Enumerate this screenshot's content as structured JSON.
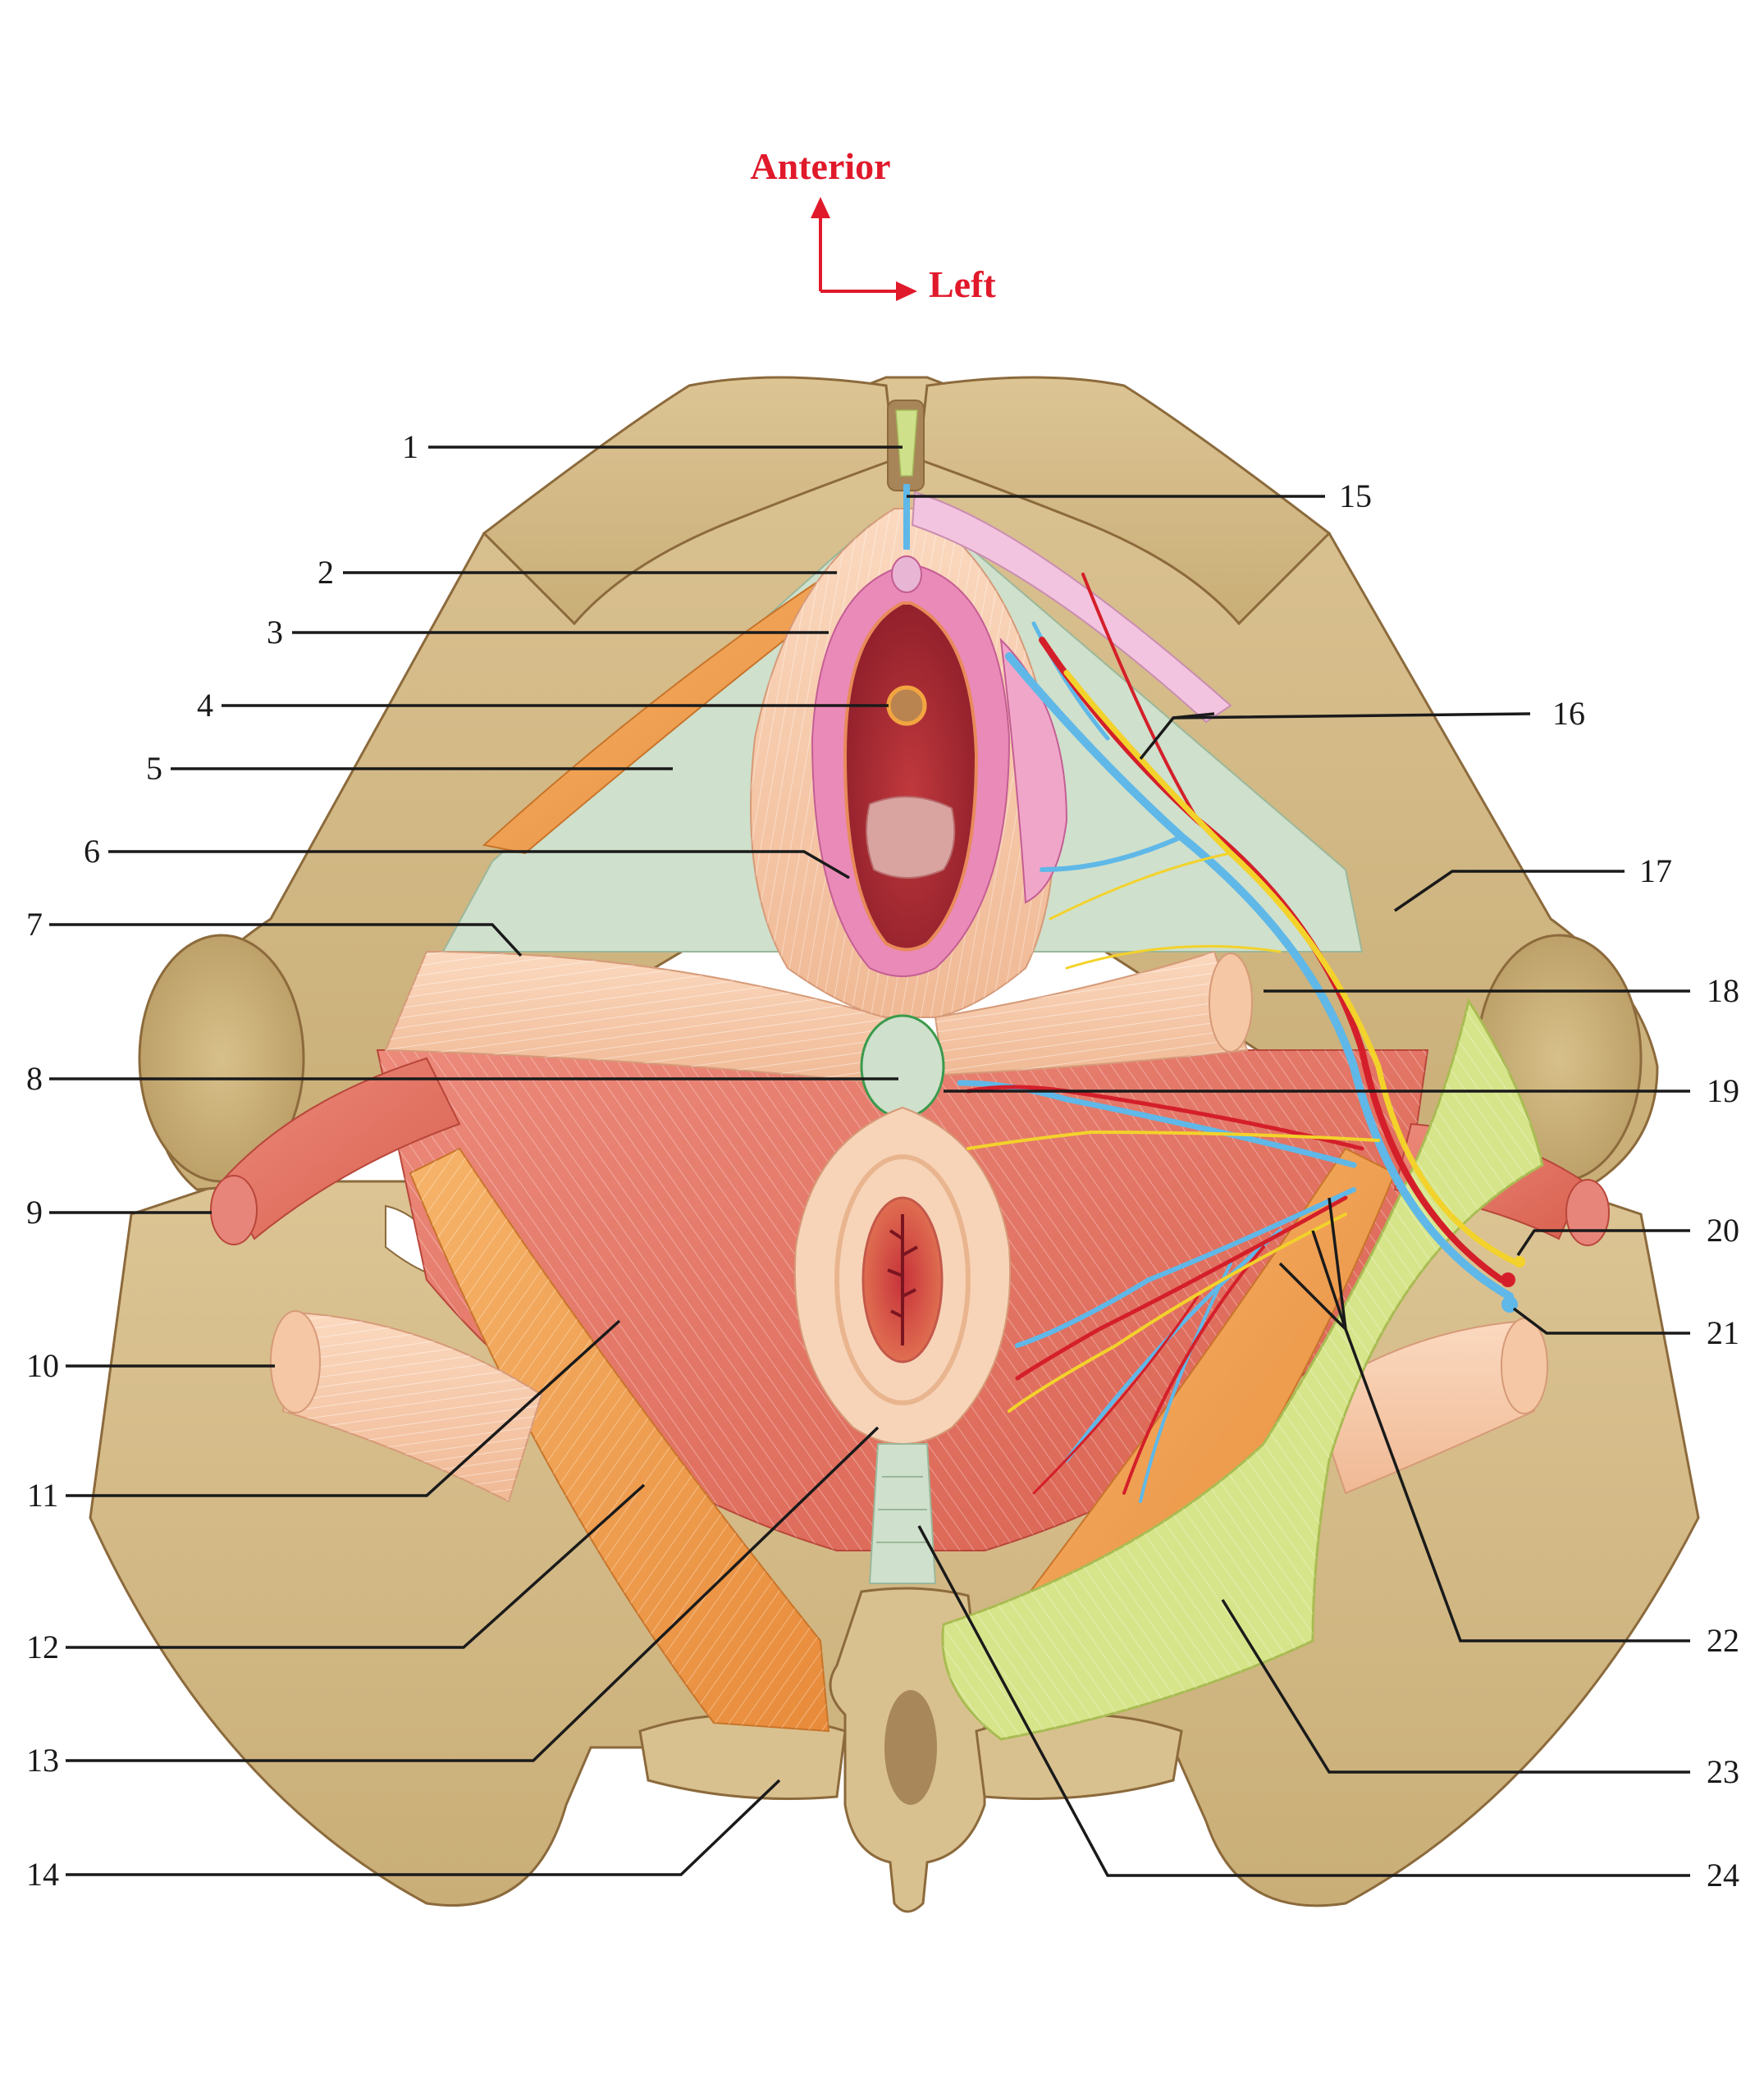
{
  "orientation": {
    "anterior": "Anterior",
    "left": "Left",
    "color": "#e0192b"
  },
  "labels_left": [
    "1",
    "2",
    "3",
    "4",
    "5",
    "6",
    "7",
    "8",
    "9",
    "10",
    "11",
    "12",
    "13",
    "14"
  ],
  "labels_right": [
    "15",
    "16",
    "17",
    "18",
    "19",
    "20",
    "21",
    "22",
    "23",
    "24"
  ],
  "palette": {
    "bone": "#d3bb86",
    "bone_edge": "#8c6a3c",
    "muscle_red": "#e4766a",
    "muscle_orange": "#f0a050",
    "muscle_peach": "#f7c9a8",
    "membrane": "#cfe0cc",
    "ligament": "#d6e58a",
    "artery": "#d41f2a",
    "vein": "#5fb8e8",
    "nerve": "#f3d22b",
    "vulva_pink": "#ea8ab8"
  }
}
